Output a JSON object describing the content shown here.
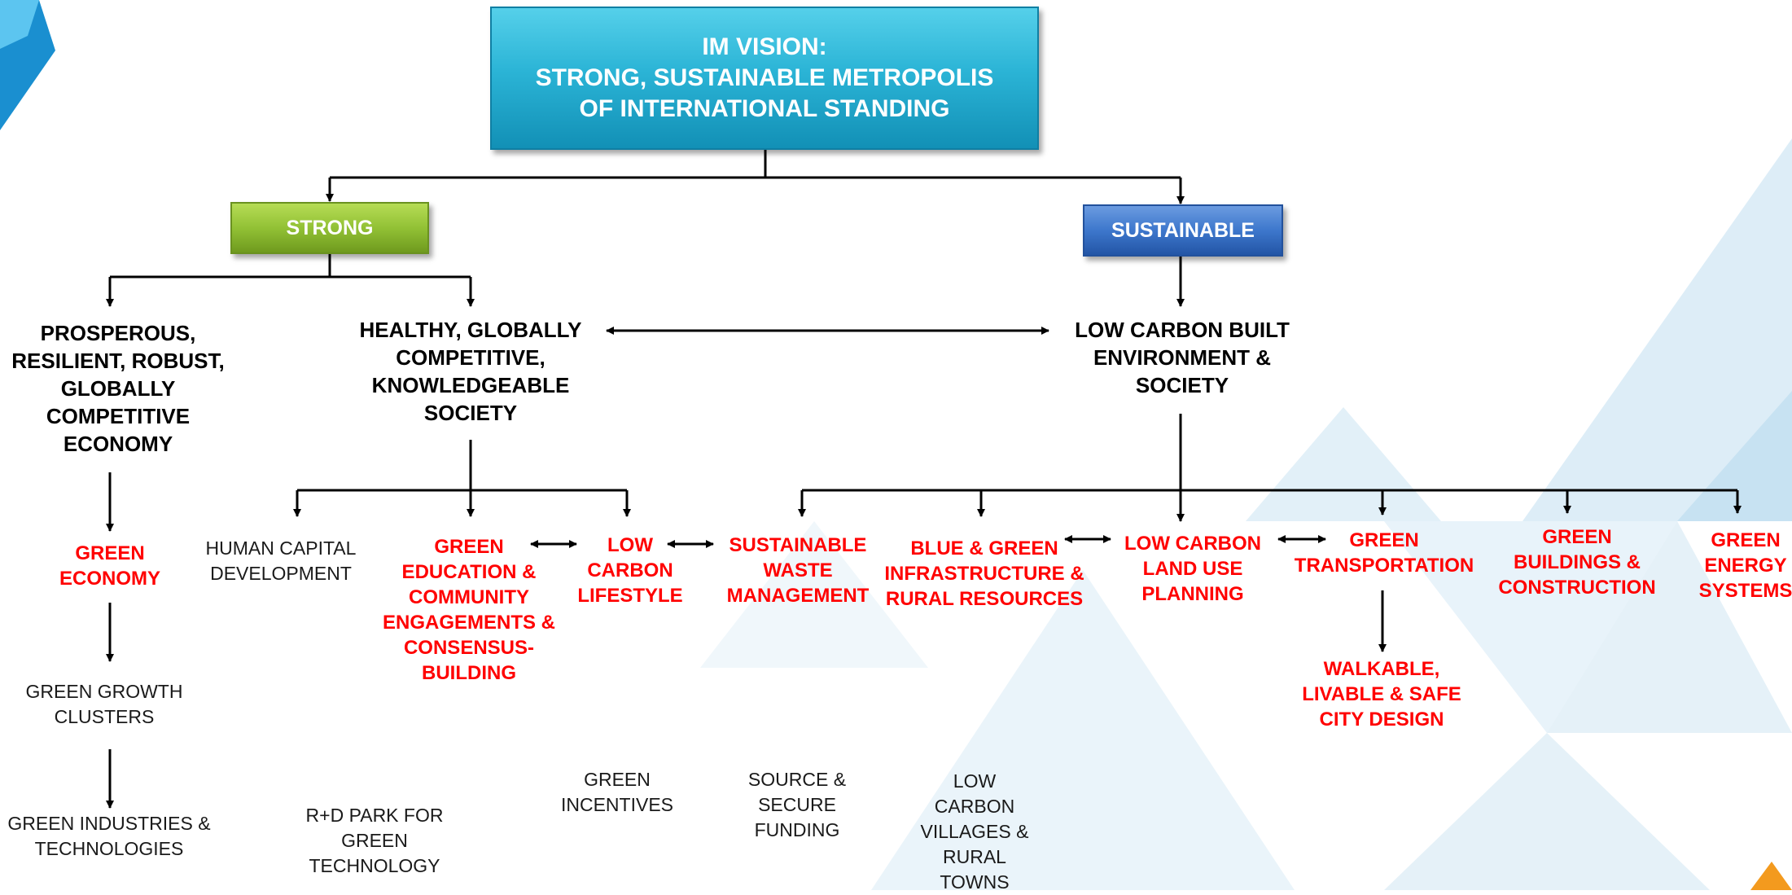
{
  "vision": {
    "line1": "IM VISION:",
    "line2": "STRONG, SUSTAINABLE METROPOLIS",
    "line3": "OF INTERNATIONAL STANDING"
  },
  "strong_label": "STRONG",
  "sustainable_label": "SUSTAINABLE",
  "prosperous": [
    "PROSPEROUS,",
    "RESILIENT, ROBUST,",
    "GLOBALLY",
    "COMPETITIVE",
    "ECONOMY"
  ],
  "healthy": [
    "HEALTHY, GLOBALLY",
    "COMPETITIVE,",
    "KNOWLEDGEABLE",
    "SOCIETY"
  ],
  "low_carbon_built": [
    "LOW CARBON BUILT",
    "ENVIRONMENT &",
    "SOCIETY"
  ],
  "green_economy": [
    "GREEN",
    "ECONOMY"
  ],
  "green_growth": [
    "GREEN GROWTH",
    "CLUSTERS"
  ],
  "green_industries": [
    "GREEN INDUSTRIES &",
    "TECHNOLOGIES"
  ],
  "human_capital": [
    "HUMAN CAPITAL",
    "DEVELOPMENT"
  ],
  "green_education": [
    "GREEN",
    "EDUCATION &",
    "COMMUNITY",
    "ENGAGEMENTS &",
    "CONSENSUS-",
    "BUILDING"
  ],
  "low_carbon_lifestyle": [
    "LOW",
    "CARBON",
    "LIFESTYLE"
  ],
  "sustainable_waste": [
    "SUSTAINABLE",
    "WASTE",
    "MANAGEMENT"
  ],
  "blue_green": [
    "BLUE & GREEN",
    "INFRASTRUCTURE &",
    "RURAL RESOURCES"
  ],
  "low_carbon_land": [
    "LOW CARBON",
    "LAND USE",
    "PLANNING"
  ],
  "green_transport": [
    "GREEN",
    "TRANSPORTATION"
  ],
  "green_buildings": [
    "GREEN",
    "BUILDINGS &",
    "CONSTRUCTION"
  ],
  "green_energy": [
    "GREEN",
    "ENERGY",
    "SYSTEMS"
  ],
  "walkable": [
    "WALKABLE,",
    "LIVABLE & SAFE",
    "CITY DESIGN"
  ],
  "rd_park": [
    "R+D PARK FOR",
    "GREEN",
    "TECHNOLOGY"
  ],
  "green_incentives": [
    "GREEN",
    "INCENTIVES"
  ],
  "source_funding": [
    "SOURCE &",
    "SECURE",
    "FUNDING"
  ],
  "low_carbon_villages": [
    "LOW",
    "CARBON",
    "VILLAGES &",
    "RURAL",
    "TOWNS"
  ],
  "colors": {
    "vision_box": "#2bb4d6",
    "strong_box": "#92c135",
    "sustainable_box": "#3d77cc",
    "red_text": "#ff0000",
    "bg_triangles": "#cfe6f3"
  }
}
